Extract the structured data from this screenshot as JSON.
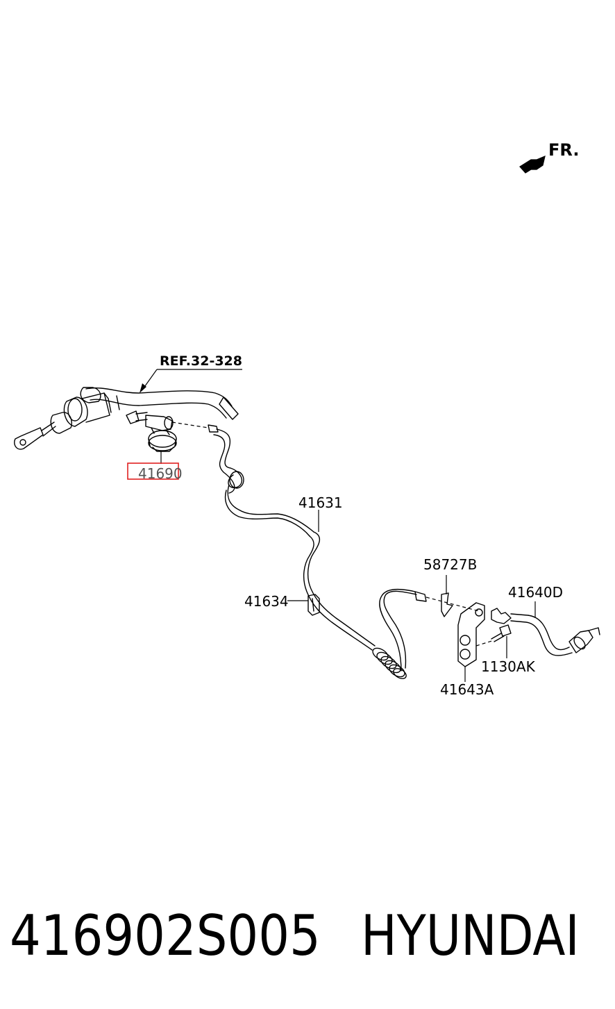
{
  "diagram": {
    "direction_label": "FR.",
    "reference_label": "REF.32-328",
    "highlight_color": "#e02020",
    "callouts": {
      "master_cylinder": "41690",
      "hose_tube": "41631",
      "clip": "41634",
      "clip_b": "58727B",
      "hose_end": "41640D",
      "bolt": "1130AK",
      "bracket": "41643A"
    }
  },
  "footer": {
    "part_number": "416902S005",
    "brand": "HYUNDAI"
  }
}
